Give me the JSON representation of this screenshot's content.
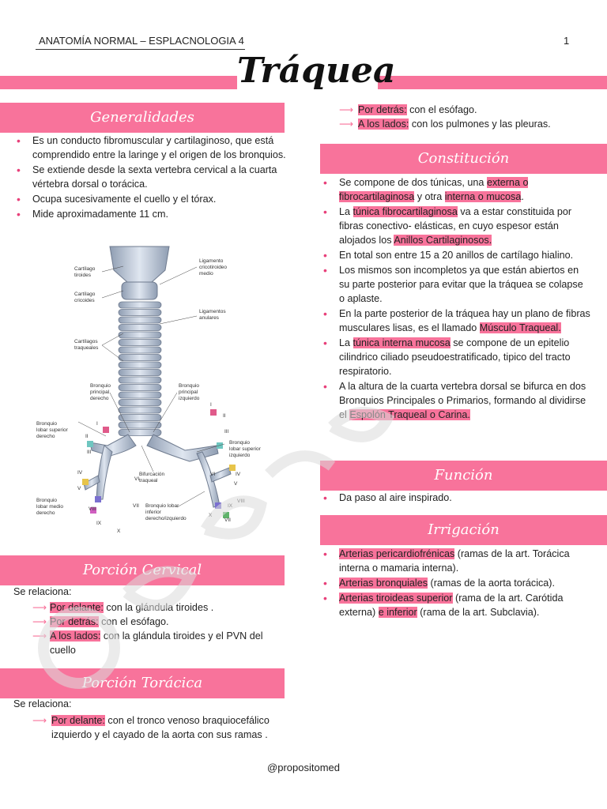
{
  "header": {
    "course": "ANATOMÍA NORMAL – ESPLACNOLOGIA  4",
    "page_number": "1",
    "title": "Tráquea"
  },
  "sections": {
    "generalidades": {
      "heading": "Generalidades",
      "items": [
        "Es un conducto fibromuscular y cartilaginoso, que está comprendido entre la laringe y el origen de los bronquios.",
        "Se extiende desde la sexta vertebra cervical a la cuarta vértebra dorsal o torácica.",
        "Ocupa sucesivamente el cuello y el tórax.",
        "Mide aproximadamente 11 cm."
      ]
    },
    "cervical": {
      "heading": "Porción Cervical",
      "relation_label": "Se relaciona:",
      "items": [
        {
          "key": "Por delante:",
          "text": " con la glándula tiroides ."
        },
        {
          "key": "Por detrás:",
          "text": " con el esófago."
        },
        {
          "key": "A los lados:",
          "text": " con la glándula tiroides y el PVN del cuello"
        }
      ]
    },
    "toracica": {
      "heading": "Porción Torácica",
      "relation_label": "Se relaciona:",
      "items": [
        {
          "key": "Por delante:",
          "text": " con el tronco venoso braquiocefálico izquierdo y el cayado de la aorta con sus ramas ."
        },
        {
          "key": "Por detrás:",
          "text": " con el esófago."
        },
        {
          "key": "A los lados:",
          "text": " con los pulmones y las pleuras."
        }
      ]
    },
    "constitucion": {
      "heading": "Constitución",
      "items": [
        {
          "parts": [
            [
              "Se compone de dos túnicas, una ",
              false
            ],
            [
              "externa o fibrocartilaginosa",
              true
            ],
            [
              " y otra ",
              false
            ],
            [
              "interna o mucosa",
              true
            ],
            [
              ".",
              false
            ]
          ]
        },
        {
          "parts": [
            [
              "La ",
              false
            ],
            [
              "túnica fibrocartilaginosa",
              true
            ],
            [
              " va a estar constituida por fibras conectivo- elásticas, en cuyo espesor están alojados los ",
              false
            ],
            [
              "Anillos Cartilaginosos.",
              true
            ]
          ]
        },
        {
          "parts": [
            [
              "En total son entre 15 a 20 anillos de cartílago hialino.",
              false
            ]
          ]
        },
        {
          "parts": [
            [
              "Los mismos son incompletos ya que están abiertos en su parte posterior para evitar que la tráquea se colapse o aplaste.",
              false
            ]
          ]
        },
        {
          "parts": [
            [
              "En la parte posterior de la tráquea hay un plano de fibras musculares lisas, es el llamado ",
              false
            ],
            [
              "Músculo Traqueal.",
              true
            ]
          ]
        },
        {
          "parts": [
            [
              "La ",
              false
            ],
            [
              "túnica interna mucosa",
              true
            ],
            [
              " se compone de un epitelio cilindrico ciliado pseudoestratificado, tipico del tracto respiratorio.",
              false
            ]
          ]
        },
        {
          "parts": [
            [
              "A la altura de la cuarta vertebra dorsal se bifurca en dos Bronquios Principales o Primarios, formando al dividirse el ",
              false
            ],
            [
              "Espolón Traqueal o Carina.",
              true
            ]
          ]
        }
      ]
    },
    "funcion": {
      "heading": "Función",
      "items": [
        "Da paso al aire inspirado."
      ]
    },
    "irrigacion": {
      "heading": "Irrigación",
      "items": [
        {
          "parts": [
            [
              "Arterias pericardiofrénicas",
              true
            ],
            [
              " (ramas de la art. Torácica interna o mamaria interna).",
              false
            ]
          ]
        },
        {
          "parts": [
            [
              "Arterias bronquiales",
              true
            ],
            [
              " (ramas de la aorta torácica).",
              false
            ]
          ]
        },
        {
          "parts": [
            [
              "Arterias tiroideas superior",
              true
            ],
            [
              " (rama de la art. Carótida externa) ",
              false
            ],
            [
              "e inferior",
              true
            ],
            [
              " (rama de la art. Subclavia).",
              false
            ]
          ]
        }
      ]
    }
  },
  "figure_labels": {
    "cartilago_tiroides": [
      "Cartílago",
      "tiroides"
    ],
    "cartilago_cricoides": [
      "Cartílago",
      "cricoides"
    ],
    "ligamento_cricotiroideo": [
      "Ligamento",
      "cricotiroideo",
      "medio"
    ],
    "ligamentos_anulares": [
      "Ligamentos",
      "anulares"
    ],
    "cartilagos_traqueales": [
      "Cartílagos",
      "traqueales"
    ],
    "bronquio_derecho": [
      "Bronquio",
      "principal",
      "derecho"
    ],
    "bronquio_izquierdo": [
      "Bronquio",
      "principal",
      "izquierdo"
    ],
    "lobar_superior_derecho": [
      "Bronquio",
      "lobar superior",
      "derecho"
    ],
    "lobar_superior_izquierdo": [
      "Bronquio",
      "lobar superior",
      "izquierdo"
    ],
    "bifurcacion": [
      "Bifurcación",
      "traqueal"
    ],
    "lobar_medio_derecho": [
      "Bronquio",
      "lobar medio",
      "derecho"
    ],
    "lobar_inferior": [
      "Bronquio lobar",
      "inferior",
      "derecho/izquierdo"
    ],
    "numerals_right": [
      "I",
      "II",
      "III",
      "IV",
      "V",
      "VI",
      "VII",
      "VIII",
      "IX",
      "X"
    ],
    "numerals_left": [
      "I",
      "II",
      "III",
      "IV",
      "V",
      "VI",
      "VII",
      "VIII",
      "IX",
      "X"
    ]
  },
  "footer": "@propositomed",
  "colors": {
    "accent_pink": "#f8739b",
    "bullet_pink": "#e8407a",
    "text": "#222222"
  }
}
